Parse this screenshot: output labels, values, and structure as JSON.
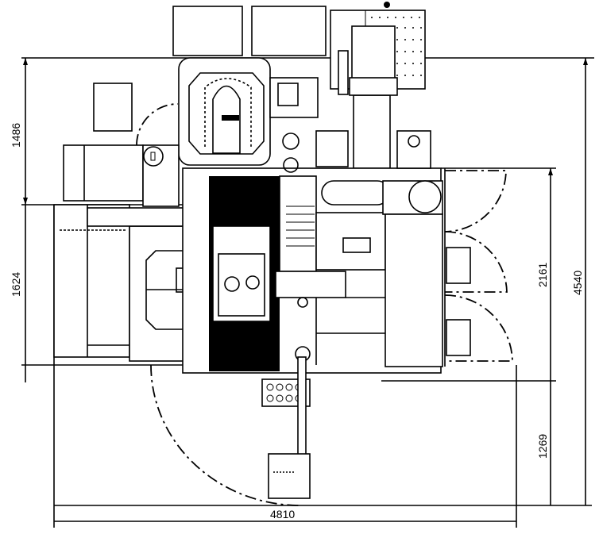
{
  "drawing": {
    "type": "machine layout plan view",
    "dimensions": {
      "left_upper": "1486",
      "left_lower": "1624",
      "right_door_zone": "2161",
      "right_bottom": "1269",
      "overall_depth": "4540",
      "overall_width": "4810"
    },
    "colors": {
      "line": "#000000",
      "background": "#ffffff"
    }
  }
}
